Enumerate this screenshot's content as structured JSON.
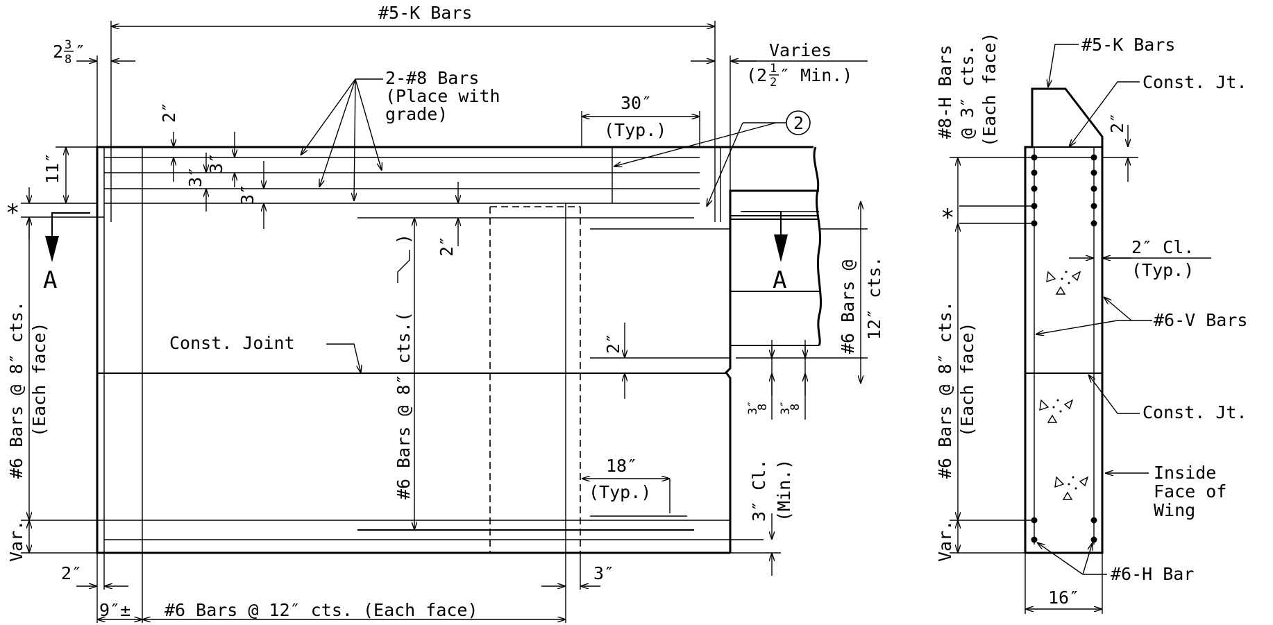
{
  "elevation": {
    "k_bars_top": "#5-K Bars",
    "dim_2_3_8": "2",
    "dim_2_3_8_frac_num": "3",
    "dim_2_3_8_frac_den": "8",
    "varies": "Varies",
    "varies_min": "(2",
    "varies_min_frac_num": "1",
    "varies_min_frac_den": "2",
    "varies_min_rest": "″ Min.)",
    "bars_8_line1": "2-#8 Bars",
    "bars_8_line2": "(Place with",
    "bars_8_line3": "grade)",
    "dim_30": "30″",
    "typ": "(Typ.)",
    "callout_2": "2",
    "dim_2_top": "2″",
    "dim_3_a": "3″",
    "dim_3_b": "3″",
    "dim_3_c": "3″",
    "dim_11": "11″",
    "asterisk": "*",
    "section_a_left": "A",
    "section_a_right": "A",
    "dim_2_inner": "2″",
    "left_bars_line1": "#6 Bars @ 8″ cts.",
    "left_bars_line2": "(Each face)",
    "center_bars": "#6 Bars @ 8″ cts.(",
    "center_bars_close": ")",
    "right_bars_line1": "#6 Bars @",
    "right_bars_line2": "12″ cts.",
    "const_joint": "Const. Joint",
    "dim_2_right": "2″",
    "frac_3_8_a_num": "3″",
    "frac_3_8_a_den": "8",
    "frac_3_8_b_num": "3″",
    "frac_3_8_b_den": "8",
    "dim_18": "18″",
    "typ_18": "(Typ.)",
    "clr_3_line1": "3″ Cl.",
    "clr_3_line2": "(Min.)",
    "var_left": "Var.",
    "dim_2_bottom": "2″",
    "dim_3_bottom": "3″",
    "dim_9": "9″±",
    "bottom_bars": "#6 Bars @ 12″ cts. (Each face)"
  },
  "section": {
    "h_bars_line1": "#8-H Bars",
    "h_bars_line2": "@ 3″ cts.",
    "h_bars_line3": "(Each face)",
    "k_bars": "#5-K Bars",
    "const_jt_top": "Const. Jt.",
    "dim_2_top": "2″",
    "asterisk": "*",
    "clr_2_line1": "2″ Cl.",
    "clr_2_line2": "(Typ.)",
    "v_bars": "#6-V Bars",
    "left_bars_line1": "#6 Bars @ 8″ cts.",
    "left_bars_line2": "(Each face)",
    "const_jt_mid": "Const. Jt.",
    "inside_line1": "Inside",
    "inside_line2": "Face of",
    "inside_line3": "Wing",
    "var_left": "Var.",
    "h_bar": "#6-H Bar",
    "dim_16": "16″"
  }
}
